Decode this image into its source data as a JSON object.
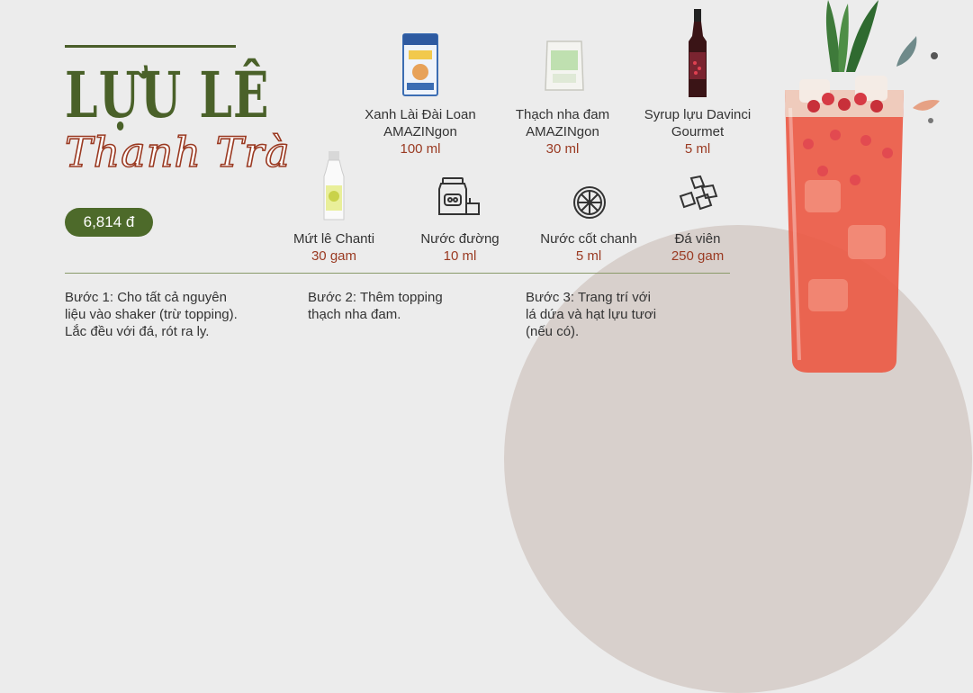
{
  "title": {
    "line1": "LỰU LÊ",
    "line2": "Thanh Trà"
  },
  "price": "6,814 đ",
  "ingredients": [
    {
      "name_l1": "Xanh Lài Đài Loan",
      "name_l2": "AMAZINgon",
      "amount": "100 ml",
      "icon": "tea-package-icon"
    },
    {
      "name_l1": "Thạch nha đam",
      "name_l2": "AMAZINgon",
      "amount": "30 ml",
      "icon": "jelly-bag-icon"
    },
    {
      "name_l1": "Syrup lựu Davinci",
      "name_l2": "Gourmet",
      "amount": "5 ml",
      "icon": "syrup-bottle-icon"
    },
    {
      "name_l1": "Mứt lê Chanti",
      "amount": "30 gam",
      "icon": "pear-jam-bottle-icon"
    },
    {
      "name_l1": "Nước đường",
      "amount": "10 ml",
      "icon": "sugar-jar-icon"
    },
    {
      "name_l1": "Nước cốt chanh",
      "amount": "5 ml",
      "icon": "lemon-slice-icon"
    },
    {
      "name_l1": "Đá viên",
      "amount": "250 gam",
      "icon": "ice-cubes-icon"
    }
  ],
  "steps": [
    {
      "l1": "Bước 1: Cho tất cả nguyên",
      "l2": "liệu vào shaker (trừ topping).",
      "l3": "Lắc đều với đá, rót ra ly."
    },
    {
      "l1": "Bước 2: Thêm topping",
      "l2": "thạch nha đam."
    },
    {
      "l1": "Bước 3: Trang trí với",
      "l2": "lá dứa và hạt lựu tươi",
      "l3": "(nếu có)."
    }
  ],
  "colors": {
    "brand_green": "#4a6129",
    "accent_red": "#9a3a22",
    "background": "#ececec"
  }
}
